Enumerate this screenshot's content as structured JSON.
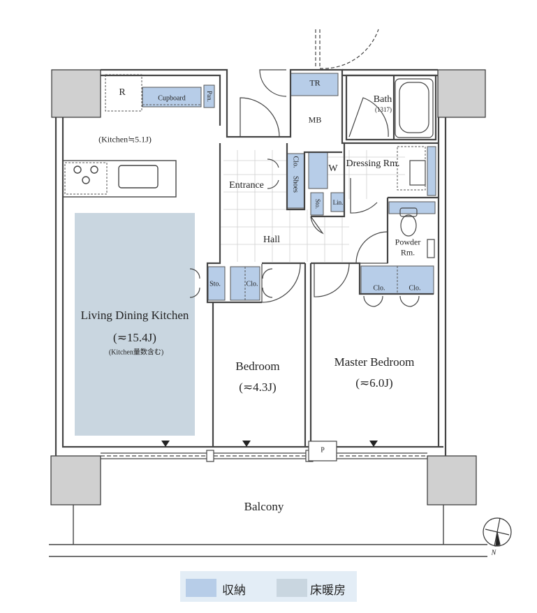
{
  "rooms": {
    "kitchen": "(Kitchen≒5.1J)",
    "ldk": "Living Dining Kitchen",
    "ldk_size": "(≂15.4J)",
    "ldk_note": "(Kitchen量数含む)",
    "bedroom": "Bedroom",
    "bedroom_size": "(≂4.3J)",
    "master": "Master Bedroom",
    "master_size": "(≂6.0J)",
    "balcony": "Balcony",
    "entrance": "Entrance",
    "hall": "Hall",
    "dressing": "Dressing Rm.",
    "bath": "Bath",
    "bath_size": "(1317)",
    "powder": "Powder",
    "powder2": "Rm."
  },
  "fixtures": {
    "refrigerator": "R",
    "cupboard": "Cupboard",
    "pantry": "Pan.",
    "tr": "TR",
    "mb": "MB",
    "washer": "W",
    "shoes": "Shoes",
    "clo": "Clo.",
    "sto": "Sto.",
    "linen": "Lin.",
    "pipe": "P"
  },
  "compass": {
    "north": "N"
  },
  "legend": {
    "storage": "収納",
    "floor_heating": "床暖房",
    "storage_color": "#b7cde8",
    "heating_color": "#c9d6e0"
  }
}
